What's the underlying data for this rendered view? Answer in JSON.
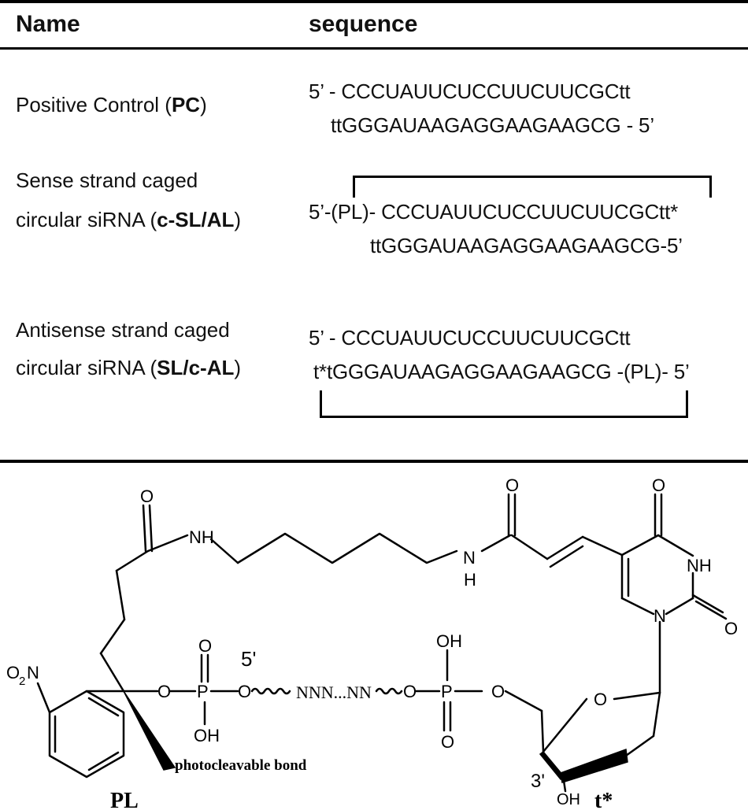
{
  "header": {
    "name": "Name",
    "sequence": "sequence"
  },
  "rows": [
    {
      "name_line1_pre": "Positive Control (",
      "name_line1_bold": "PC",
      "name_line1_post": ")",
      "seq_line1": "5’ - CCCUAUUCUCCUUCUUCGCtt",
      "seq_line2": "ttGGGAUAAGAGGAAGAAGCG - 5’"
    },
    {
      "name_line1": "Sense strand caged",
      "name_line2_pre": "circular siRNA (",
      "name_line2_bold": "c-SL/AL",
      "name_line2_post": ")",
      "seq_line1": "5’-(PL)- CCCUAUUCUCCUUCUUCGCtt*",
      "seq_line2": "ttGGGAUAAGAGGAAGAAGCG-5’"
    },
    {
      "name_line1": "Antisense strand caged",
      "name_line2_pre": "circular siRNA (",
      "name_line2_bold": "SL/c-AL",
      "name_line2_post": ")",
      "seq_line1": "5’ - CCCUAUUCUCCUUCUUCGCtt",
      "seq_line2": "t*tGGGAUAAGAGGAAGAAGCG -(PL)- 5’"
    }
  ],
  "structure": {
    "o_amide1": "O",
    "nh_amide1": "NH",
    "o_amide2": "O",
    "n_amide2": "N",
    "h_amide2": "H",
    "o_uracil_top": "O",
    "nh_uracil": "NH",
    "o_uracil_right": "O",
    "n_uracil": "N",
    "nitro_o": "O",
    "nitro_sub": "2",
    "nitro_n": "N",
    "o_ester1": "O",
    "p1": "P",
    "o_p1_top": "O",
    "oh_p1_bottom": "OH",
    "o_p1_right": "O",
    "five_prime": "5'",
    "nnn": "NNN...NN",
    "o_p2_left": "O",
    "p2": "P",
    "oh_p2_top": "OH",
    "o_p2_bottom": "O",
    "o_p2_right": "O",
    "o_ring": "O",
    "three_prime": "3'",
    "oh_3prime": "OH",
    "photocleavable_label": "photocleavable bond",
    "pl_label": "PL",
    "tstar_label": "t*"
  }
}
